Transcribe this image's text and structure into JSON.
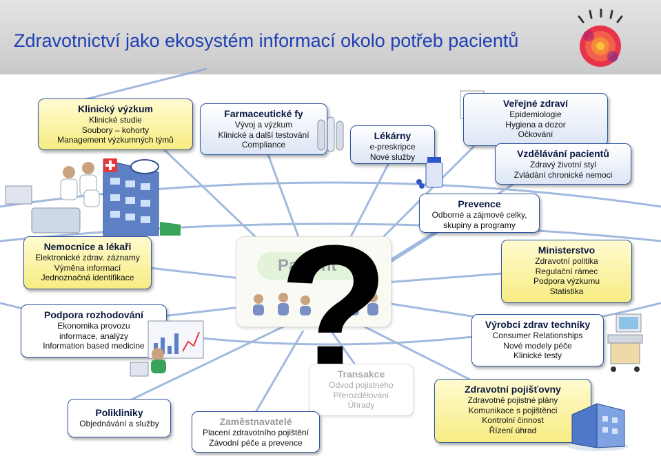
{
  "title": "Zdravotnictví jako ekosystém informací okolo potřeb pacientů",
  "center": {
    "label": "Pacient",
    "symbol": "?"
  },
  "boxes": {
    "klinicky": {
      "title": "Klinický výzkum",
      "lines": [
        "Klinické studie",
        "Soubory – kohorty",
        "Management výzkumných týmů"
      ]
    },
    "farma": {
      "title": "Farmaceutické fy",
      "lines": [
        "Vývoj a výzkum",
        "Klinické a další testování",
        "Compliance"
      ]
    },
    "lekarny": {
      "title": "Lékárny",
      "lines": [
        "e-preskripce",
        "Nové služby"
      ]
    },
    "verejne": {
      "title": "Veřejné zdraví",
      "lines": [
        "Epidemiologie",
        "Hygiena a dozor",
        "Očkování"
      ]
    },
    "vzdelavani": {
      "title": "Vzdělávání pacientů",
      "lines": [
        "Zdravý životní styl",
        "Zvládání chronické nemoci"
      ]
    },
    "prevence": {
      "title": "Prevence",
      "lines": [
        "Odborné a zájmové celky,",
        "skupiny a programy"
      ]
    },
    "nemocnice": {
      "title": "Nemocnice a lékaři",
      "lines": [
        "Elektronické zdrav. záznamy",
        "Výměna informací",
        "Jednoznačná identifikace"
      ]
    },
    "ministerstvo": {
      "title": "Ministerstvo",
      "lines": [
        "Zdravotní politika",
        "Regulační rámec",
        "Podpora výzkumu",
        "Statistika"
      ]
    },
    "podpora": {
      "title": "Podpora rozhodování",
      "lines": [
        "Ekonomika provozu",
        "informace, analýzy",
        "Information based medicine"
      ]
    },
    "vyrobci": {
      "title": "Výrobci zdrav techniky",
      "lines": [
        "Consumer Relationships",
        "Nové modely péče",
        "Klinické testy"
      ]
    },
    "transakce": {
      "title": "Transakce",
      "lines": [
        "Odvod pojistného",
        "Přerozdělování",
        "Úhrady"
      ]
    },
    "polikliniky": {
      "title": "Polikliniky",
      "lines": [
        "Objednávání a služby"
      ]
    },
    "zamestnavatele": {
      "title": "Zaměstnavatelé",
      "lines": [
        "Placení zdravotního pojištění",
        "Závodní péče a prevence"
      ]
    },
    "pojistovny": {
      "title": "Zdravotní pojišťovny",
      "lines": [
        "Zdravotně pojistné plány",
        "Komunikace s pojištěnci",
        "Kontrolní činnost",
        "Řízení úhrad"
      ]
    }
  },
  "colors": {
    "title": "#1f3fb4",
    "box_border": "#2d55a0",
    "connector": "#8aa8d6",
    "yellow_fill": "#f7ec82"
  }
}
